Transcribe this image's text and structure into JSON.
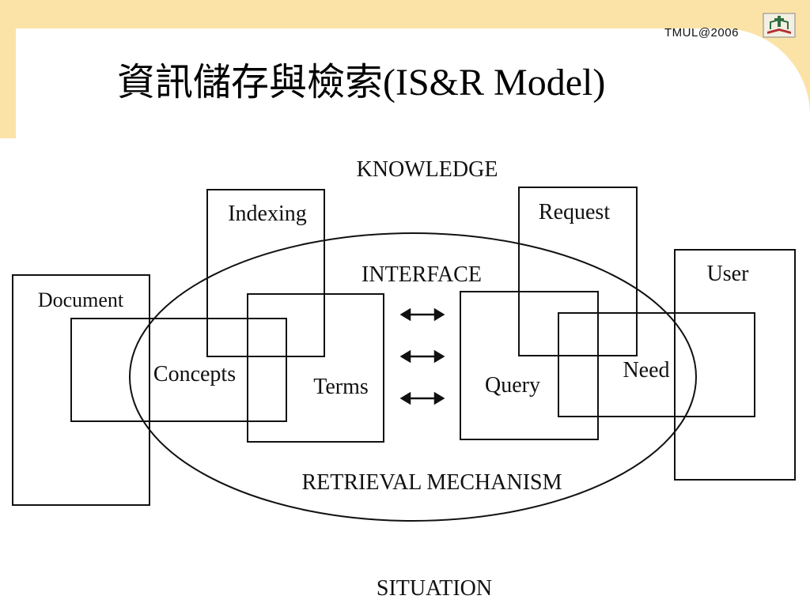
{
  "slide": {
    "title": "資訊儲存與檢索(IS&R Model)",
    "copyright": "TMUL@2006",
    "logo_icon": "library-logo-icon"
  },
  "diagram": {
    "labels": {
      "knowledge": "KNOWLEDGE",
      "interface": "INTERFACE",
      "retrieval": "RETRIEVAL MECHANISM",
      "situation": "SITUATION"
    },
    "boxes": {
      "document": "Document",
      "indexing": "Indexing",
      "concepts": "Concepts",
      "terms": "Terms",
      "query": "Query",
      "request": "Request",
      "need": "Need",
      "user": "User"
    },
    "arrow_icon": "double-headed-arrow-icon"
  }
}
